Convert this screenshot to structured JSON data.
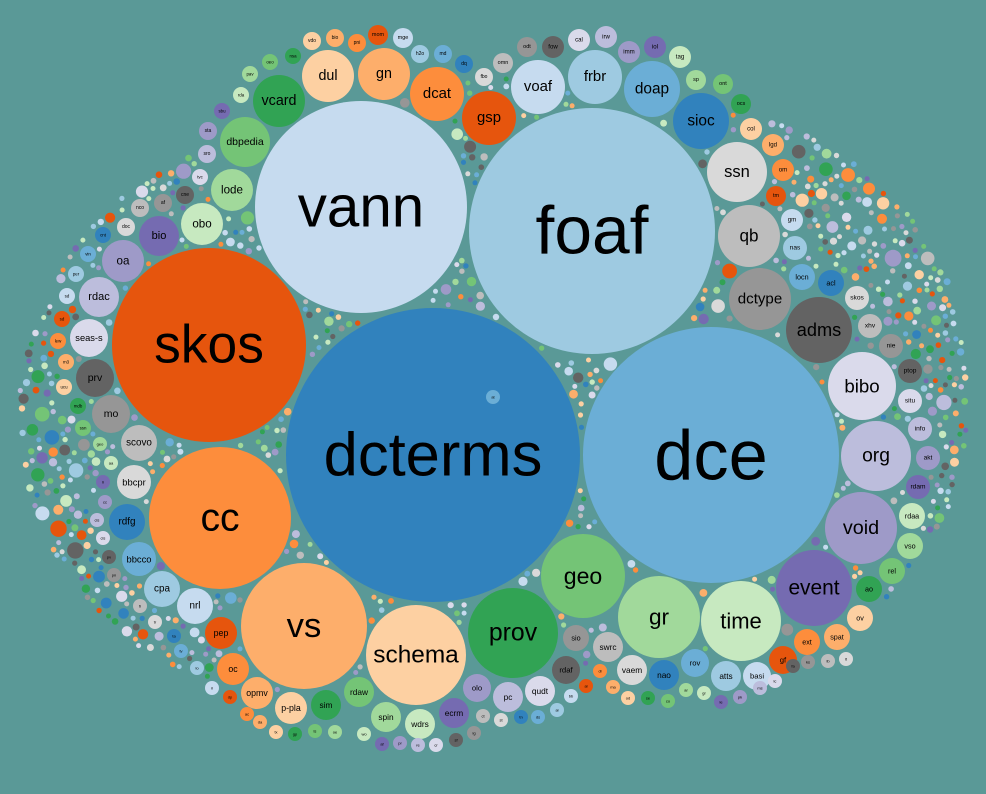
{
  "colors": {
    "background": "#5a9997",
    "palette": [
      "#3182bd",
      "#6baed6",
      "#9ecae1",
      "#c6dbef",
      "#e6550d",
      "#fd8d3c",
      "#fdae6b",
      "#fdd0a2",
      "#31a354",
      "#74c476",
      "#a1d99b",
      "#c7e9c0",
      "#756bb1",
      "#9e9ac8",
      "#bcbddc",
      "#dadaeb",
      "#636363",
      "#969696",
      "#bdbdbd",
      "#d9d9d9"
    ]
  },
  "chart_data": {
    "type": "bubble",
    "labeled_bubbles": [
      {
        "name": "dcterms",
        "value": 100,
        "color": "#3182bd"
      },
      {
        "name": "dce",
        "value": 78,
        "color": "#6baed6"
      },
      {
        "name": "foaf",
        "value": 70,
        "color": "#9ecae1"
      },
      {
        "name": "vann",
        "value": 52,
        "color": "#c6dbef"
      },
      {
        "name": "skos",
        "value": 44,
        "color": "#e6550d"
      },
      {
        "name": "cc",
        "value": 24,
        "color": "#fd8d3c"
      },
      {
        "name": "vs",
        "value": 19,
        "color": "#fdae6b"
      },
      {
        "name": "schema",
        "value": 12,
        "color": "#fdd0a2"
      },
      {
        "name": "prov",
        "value": 10,
        "color": "#31a354"
      },
      {
        "name": "geo",
        "value": 8.7,
        "color": "#74c476"
      },
      {
        "name": "gr",
        "value": 8.2,
        "color": "#a1d99b"
      },
      {
        "name": "time",
        "value": 7.5,
        "color": "#c7e9c0"
      },
      {
        "name": "event",
        "value": 6.8,
        "color": "#756bb1"
      },
      {
        "name": "void",
        "value": 6.4,
        "color": "#9e9ac8"
      },
      {
        "name": "org",
        "value": 5.8,
        "color": "#bcbddc"
      },
      {
        "name": "bibo",
        "value": 5.6,
        "color": "#dadaeb"
      },
      {
        "name": "adms",
        "value": 5.4,
        "color": "#636363"
      },
      {
        "name": "dctype",
        "value": 4.8,
        "color": "#969696"
      },
      {
        "name": "qb",
        "value": 4.5,
        "color": "#bdbdbd"
      },
      {
        "name": "ssn",
        "value": 4.3,
        "color": "#d9d9d9"
      },
      {
        "name": "sioc",
        "value": 3.9,
        "color": "#3182bd"
      },
      {
        "name": "doap",
        "value": 3.9,
        "color": "#6baed6"
      },
      {
        "name": "frbr",
        "value": 3.5,
        "color": "#9ecae1"
      },
      {
        "name": "voaf",
        "value": 3.5,
        "color": "#c6dbef"
      },
      {
        "name": "gsp",
        "value": 3.5,
        "color": "#e6550d"
      },
      {
        "name": "dcat",
        "value": 3.5,
        "color": "#fd8d3c"
      },
      {
        "name": "gn",
        "value": 3.2,
        "color": "#fdae6b"
      },
      {
        "name": "dul",
        "value": 3.2,
        "color": "#fdd0a2"
      },
      {
        "name": "vcard",
        "value": 3.2,
        "color": "#31a354"
      },
      {
        "name": "dbpedia",
        "value": 3.0,
        "color": "#74c476"
      },
      {
        "name": "lode",
        "value": 2.2,
        "color": "#a1d99b"
      },
      {
        "name": "obo",
        "value": 2.2,
        "color": "#c7e9c0"
      },
      {
        "name": "bio",
        "value": 2.0,
        "color": "#756bb1"
      },
      {
        "name": "oa",
        "value": 2.1,
        "color": "#9e9ac8"
      },
      {
        "name": "rdac",
        "value": 1.9,
        "color": "#bcbddc"
      },
      {
        "name": "seas-s",
        "value": 1.7,
        "color": "#dadaeb"
      },
      {
        "name": "prv",
        "value": 1.7,
        "color": "#636363"
      },
      {
        "name": "mo",
        "value": 1.7,
        "color": "#969696"
      },
      {
        "name": "scovo",
        "value": 1.6,
        "color": "#bdbdbd"
      },
      {
        "name": "bbcpr",
        "value": 1.4,
        "color": "#d9d9d9"
      },
      {
        "name": "rdfg",
        "value": 1.6,
        "color": "#3182bd"
      },
      {
        "name": "bbcco",
        "value": 1.4,
        "color": "#6baed6"
      },
      {
        "name": "cpa",
        "value": 1.5,
        "color": "#9ecae1"
      },
      {
        "name": "nrl",
        "value": 1.5,
        "color": "#c6dbef"
      },
      {
        "name": "pep",
        "value": 1.1,
        "color": "#e6550d"
      },
      {
        "name": "oc",
        "value": 1.1,
        "color": "#fd8d3c"
      },
      {
        "name": "opmv",
        "value": 1.1,
        "color": "#fdae6b"
      },
      {
        "name": "p-pla",
        "value": 1.1,
        "color": "#fdd0a2"
      },
      {
        "name": "sim",
        "value": 1.0,
        "color": "#31a354"
      },
      {
        "name": "rdaw",
        "value": 1.0,
        "color": "#74c476"
      },
      {
        "name": "spin",
        "value": 1.0,
        "color": "#a1d99b"
      },
      {
        "name": "wdrs",
        "value": 1.0,
        "color": "#c7e9c0"
      },
      {
        "name": "ecrm",
        "value": 1.0,
        "color": "#756bb1"
      },
      {
        "name": "olo",
        "value": 0.9,
        "color": "#9e9ac8"
      },
      {
        "name": "pc",
        "value": 1.0,
        "color": "#bcbddc"
      },
      {
        "name": "qudt",
        "value": 1.0,
        "color": "#dadaeb"
      },
      {
        "name": "rdaf",
        "value": 0.9,
        "color": "#636363"
      },
      {
        "name": "sio",
        "value": 0.8,
        "color": "#969696"
      },
      {
        "name": "swrc",
        "value": 1.0,
        "color": "#bdbdbd"
      },
      {
        "name": "vaem",
        "value": 1.0,
        "color": "#d9d9d9"
      },
      {
        "name": "nao",
        "value": 1.0,
        "color": "#3182bd"
      },
      {
        "name": "rov",
        "value": 0.9,
        "color": "#6baed6"
      },
      {
        "name": "atts",
        "value": 1.0,
        "color": "#9ecae1"
      },
      {
        "name": "basi",
        "value": 0.9,
        "color": "#c6dbef"
      },
      {
        "name": "gf",
        "value": 0.9,
        "color": "#e6550d"
      },
      {
        "name": "ext",
        "value": 0.8,
        "color": "#fd8d3c"
      },
      {
        "name": "spat",
        "value": 0.8,
        "color": "#fdae6b"
      },
      {
        "name": "ov",
        "value": 0.8,
        "color": "#fdd0a2"
      },
      {
        "name": "ao",
        "value": 0.8,
        "color": "#31a354"
      },
      {
        "name": "rel",
        "value": 0.8,
        "color": "#74c476"
      },
      {
        "name": "vso",
        "value": 0.8,
        "color": "#a1d99b"
      },
      {
        "name": "rdaa",
        "value": 0.8,
        "color": "#c7e9c0"
      },
      {
        "name": "rdam",
        "value": 0.7,
        "color": "#756bb1"
      },
      {
        "name": "akt",
        "value": 0.7,
        "color": "#9e9ac8"
      },
      {
        "name": "info",
        "value": 0.7,
        "color": "#bcbddc"
      },
      {
        "name": "situ",
        "value": 0.7,
        "color": "#dadaeb"
      },
      {
        "name": "ptop",
        "value": 0.7,
        "color": "#636363"
      },
      {
        "name": "nie",
        "value": 0.7,
        "color": "#969696"
      },
      {
        "name": "xhv",
        "value": 0.7,
        "color": "#bdbdbd"
      },
      {
        "name": "skos",
        "value": 0.7,
        "color": "#d9d9d9"
      },
      {
        "name": "acl",
        "value": 0.8,
        "color": "#3182bd"
      },
      {
        "name": "locn",
        "value": 0.8,
        "color": "#6baed6"
      },
      {
        "name": "nas",
        "value": 0.7,
        "color": "#9ecae1"
      },
      {
        "name": "gm",
        "value": 0.6,
        "color": "#c6dbef"
      },
      {
        "name": "tm",
        "value": 0.5,
        "color": "#e6550d"
      },
      {
        "name": "om",
        "value": 0.6,
        "color": "#fd8d3c"
      },
      {
        "name": "lgd",
        "value": 0.6,
        "color": "#fdae6b"
      },
      {
        "name": "col",
        "value": 0.6,
        "color": "#fdd0a2"
      },
      {
        "name": "ocs",
        "value": 0.5,
        "color": "#31a354"
      },
      {
        "name": "ont",
        "value": 0.5,
        "color": "#74c476"
      },
      {
        "name": "sp",
        "value": 0.5,
        "color": "#a1d99b"
      },
      {
        "name": "tag",
        "value": 0.6,
        "color": "#c7e9c0"
      },
      {
        "name": "iol",
        "value": 0.6,
        "color": "#756bb1"
      },
      {
        "name": "imm",
        "value": 0.6,
        "color": "#9e9ac8"
      },
      {
        "name": "irw",
        "value": 0.6,
        "color": "#bcbddc"
      },
      {
        "name": "cal",
        "value": 0.6,
        "color": "#dadaeb"
      },
      {
        "name": "fow",
        "value": 0.6,
        "color": "#636363"
      },
      {
        "name": "odt",
        "value": 0.5,
        "color": "#969696"
      },
      {
        "name": "omn",
        "value": 0.5,
        "color": "#bdbdbd"
      },
      {
        "name": "fbo",
        "value": 0.4,
        "color": "#d9d9d9"
      },
      {
        "name": "dq",
        "value": 0.4,
        "color": "#3182bd"
      },
      {
        "name": "md",
        "value": 0.4,
        "color": "#6baed6"
      },
      {
        "name": "h2o",
        "value": 0.4,
        "color": "#9ecae1"
      },
      {
        "name": "mge",
        "value": 0.5,
        "color": "#c6dbef"
      },
      {
        "name": "mom",
        "value": 0.5,
        "color": "#e6550d"
      },
      {
        "name": "pni",
        "value": 0.4,
        "color": "#fd8d3c"
      },
      {
        "name": "bio",
        "value": 0.4,
        "color": "#fdae6b"
      },
      {
        "name": "vdo",
        "value": 0.4,
        "color": "#fdd0a2"
      },
      {
        "name": "nsa",
        "value": 0.3,
        "color": "#31a354"
      },
      {
        "name": "oeo",
        "value": 0.3,
        "color": "#74c476"
      },
      {
        "name": "pav",
        "value": 0.4,
        "color": "#a1d99b"
      },
      {
        "name": "rda",
        "value": 0.3,
        "color": "#c7e9c0"
      },
      {
        "name": "sbu",
        "value": 0.3,
        "color": "#756bb1"
      },
      {
        "name": "sta",
        "value": 0.4,
        "color": "#9e9ac8"
      },
      {
        "name": "sro",
        "value": 0.4,
        "color": "#bcbddc"
      },
      {
        "name": "tvc",
        "value": 0.3,
        "color": "#dadaeb"
      },
      {
        "name": "cne",
        "value": 0.4,
        "color": "#636363"
      },
      {
        "name": "af",
        "value": 0.4,
        "color": "#969696"
      },
      {
        "name": "nco",
        "value": 0.4,
        "color": "#bdbdbd"
      },
      {
        "name": "doc",
        "value": 0.4,
        "color": "#d9d9d9"
      },
      {
        "name": "cnt",
        "value": 0.4,
        "color": "#3182bd"
      },
      {
        "name": "vin",
        "value": 0.3,
        "color": "#6baed6"
      },
      {
        "name": "per",
        "value": 0.3,
        "color": "#9ecae1"
      },
      {
        "name": "sd",
        "value": 0.3,
        "color": "#c6dbef"
      },
      {
        "name": "sd",
        "value": 0.3,
        "color": "#e6550d"
      },
      {
        "name": "lew",
        "value": 0.3,
        "color": "#fd8d3c"
      },
      {
        "name": "m3",
        "value": 0.3,
        "color": "#fdae6b"
      },
      {
        "name": "ucu",
        "value": 0.3,
        "color": "#fdd0a2"
      },
      {
        "name": "mdb",
        "value": 0.3,
        "color": "#31a354"
      },
      {
        "name": "ssn",
        "value": 0.3,
        "color": "#74c476"
      },
      {
        "name": "geo",
        "value": 0.3,
        "color": "#a1d99b"
      },
      {
        "name": "aa",
        "value": 0.25,
        "color": "#c7e9c0"
      },
      {
        "name": "li",
        "value": 0.25,
        "color": "#756bb1"
      },
      {
        "name": "cc",
        "value": 0.25,
        "color": "#9e9ac8"
      },
      {
        "name": "cis",
        "value": 0.25,
        "color": "#bcbddc"
      },
      {
        "name": "cis",
        "value": 0.25,
        "color": "#dadaeb"
      },
      {
        "name": "pv",
        "value": 0.25,
        "color": "#636363"
      },
      {
        "name": "pn",
        "value": 0.25,
        "color": "#969696"
      },
      {
        "name": "ti",
        "value": 0.25,
        "color": "#bdbdbd"
      },
      {
        "name": "tr",
        "value": 0.2,
        "color": "#d9d9d9"
      },
      {
        "name": "ta",
        "value": 0.2,
        "color": "#3182bd"
      },
      {
        "name": "tv",
        "value": 0.2,
        "color": "#6baed6"
      },
      {
        "name": "lo",
        "value": 0.25,
        "color": "#9ecae1"
      },
      {
        "name": "ri",
        "value": 0.25,
        "color": "#c6dbef"
      },
      {
        "name": "dp",
        "value": 0.25,
        "color": "#e6550d"
      },
      {
        "name": "ac",
        "value": 0.25,
        "color": "#fd8d3c"
      },
      {
        "name": "da",
        "value": 0.25,
        "color": "#fdae6b"
      },
      {
        "name": "tx",
        "value": 0.2,
        "color": "#fdd0a2"
      },
      {
        "name": "gp",
        "value": 0.2,
        "color": "#31a354"
      },
      {
        "name": "ls",
        "value": 0.25,
        "color": "#74c476"
      },
      {
        "name": "oe",
        "value": 0.25,
        "color": "#a1d99b"
      },
      {
        "name": "wo",
        "value": 0.25,
        "color": "#c7e9c0"
      },
      {
        "name": "af",
        "value": 0.25,
        "color": "#756bb1"
      },
      {
        "name": "pr",
        "value": 0.25,
        "color": "#9e9ac8"
      },
      {
        "name": "re",
        "value": 0.25,
        "color": "#bcbddc"
      },
      {
        "name": "cr",
        "value": 0.25,
        "color": "#dadaeb"
      },
      {
        "name": "sf",
        "value": 0.25,
        "color": "#636363"
      },
      {
        "name": "ig",
        "value": 0.25,
        "color": "#969696"
      },
      {
        "name": "ct",
        "value": 0.25,
        "color": "#bdbdbd"
      },
      {
        "name": "st",
        "value": 0.25,
        "color": "#d9d9d9"
      },
      {
        "name": "tn",
        "value": 0.25,
        "color": "#3182bd"
      },
      {
        "name": "ds",
        "value": 0.25,
        "color": "#6baed6"
      },
      {
        "name": "ai",
        "value": 0.25,
        "color": "#9ecae1"
      },
      {
        "name": "bb",
        "value": 0.25,
        "color": "#c6dbef"
      },
      {
        "name": "al",
        "value": 0.25,
        "color": "#e6550d"
      },
      {
        "name": "dl",
        "value": 0.25,
        "color": "#fd8d3c"
      },
      {
        "name": "ma",
        "value": 0.25,
        "color": "#fdae6b"
      },
      {
        "name": "od",
        "value": 0.25,
        "color": "#fdd0a2"
      },
      {
        "name": "se",
        "value": 0.25,
        "color": "#31a354"
      },
      {
        "name": "co",
        "value": 0.25,
        "color": "#74c476"
      },
      {
        "name": "ar",
        "value": 0.25,
        "color": "#a1d99b"
      },
      {
        "name": "gr",
        "value": 0.25,
        "color": "#c7e9c0"
      },
      {
        "name": "le",
        "value": 0.25,
        "color": "#756bb1"
      },
      {
        "name": "pk",
        "value": 0.25,
        "color": "#9e9ac8"
      },
      {
        "name": "ms",
        "value": 0.25,
        "color": "#bcbddc"
      },
      {
        "name": "lc",
        "value": 0.25,
        "color": "#dadaeb"
      },
      {
        "name": "fa",
        "value": 0.25,
        "color": "#636363"
      },
      {
        "name": "ks",
        "value": 0.25,
        "color": "#969696"
      },
      {
        "name": "lb",
        "value": 0.25,
        "color": "#bdbdbd"
      },
      {
        "name": "lt",
        "value": 0.25,
        "color": "#d9d9d9"
      },
      {
        "name": "sh",
        "value": 0.25,
        "color": "#3182bd"
      },
      {
        "name": "at",
        "value": 0.25,
        "color": "#6baed6"
      }
    ],
    "unlabeled_bubble_count": 600
  }
}
